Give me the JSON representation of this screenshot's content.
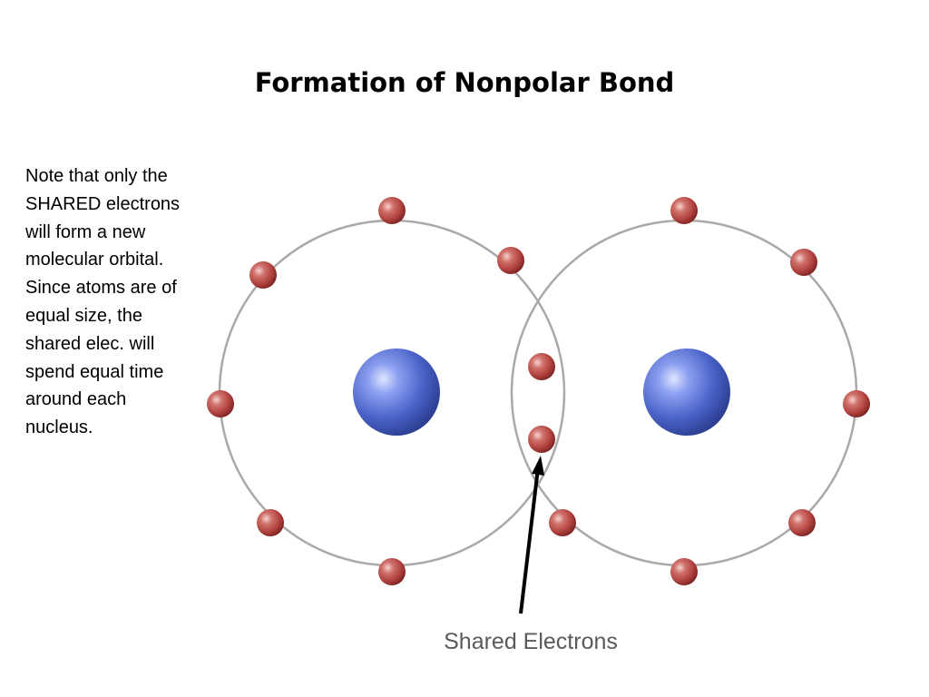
{
  "slide": {
    "title": "Formation of Nonpolar Bond",
    "note": "Note that only the SHARED electrons will form a new molecular orbital. Since atoms are of equal size, the shared elec. will spend equal time around each nucleus."
  },
  "diagram": {
    "shared_label": "Shared Electrons",
    "atoms": [
      {
        "name": "left-atom",
        "electron_count": 8
      },
      {
        "name": "right-atom",
        "electron_count": 8
      }
    ],
    "shared_electron_count": 2,
    "colors": {
      "orbit": "#a9a9a9",
      "nucleus": "#4a63c8",
      "electron": "#b0413e",
      "arrow": "#000000",
      "label": "#5a5a5a"
    }
  }
}
